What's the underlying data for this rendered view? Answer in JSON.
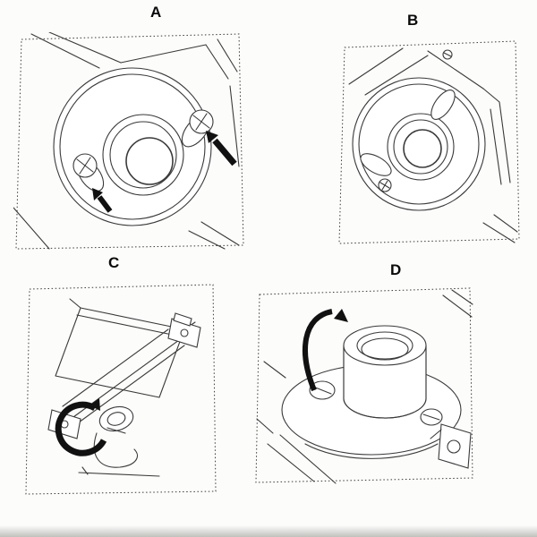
{
  "figure": {
    "panels": [
      {
        "label": "A"
      },
      {
        "label": "B"
      },
      {
        "label": "C"
      },
      {
        "label": "D"
      }
    ]
  },
  "colors": {
    "line": "#3a3a3a",
    "ink": "#111111",
    "paper": "#fcfcfb"
  }
}
